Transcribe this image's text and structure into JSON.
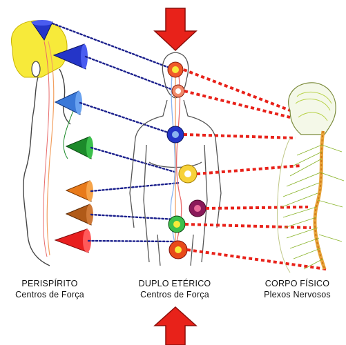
{
  "captions": {
    "left": {
      "title": "PERISPÍRITO",
      "subtitle": "Centros de Força"
    },
    "middle": {
      "title": "DUPLO ETÉRICO",
      "subtitle": "Centros de Força"
    },
    "right": {
      "title": "CORPO FÍSICO",
      "subtitle": "Plexos Nervosos"
    }
  },
  "colors": {
    "arrow": "#e8221a",
    "arrow_outline": "#8a0e0a",
    "dotted_blue": "#1a1f8c",
    "dotted_red": "#e8221a",
    "head_aura": "#f7ea3a",
    "outline": "#555555"
  },
  "chakras": [
    {
      "name": "crown",
      "color": "#2435c8"
    },
    {
      "name": "brow",
      "color": "#2435c8"
    },
    {
      "name": "throat",
      "color": "#3a78d8"
    },
    {
      "name": "heart",
      "color": "#1c8a2a"
    },
    {
      "name": "solar-plexus",
      "color": "#e87a1a"
    },
    {
      "name": "sacral",
      "color": "#b05a18"
    },
    {
      "name": "root",
      "color": "#e81f1f"
    }
  ]
}
